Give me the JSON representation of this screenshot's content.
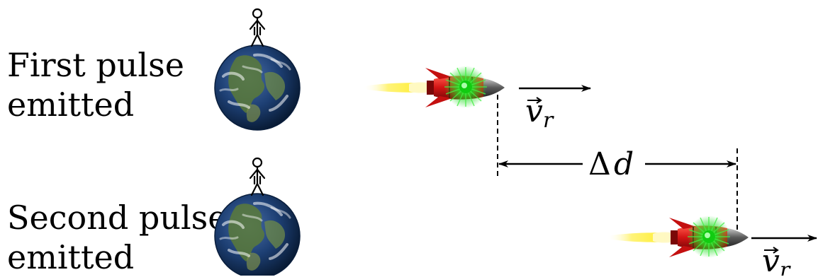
{
  "labels": {
    "first_line1": "First pulse",
    "first_line2": "emitted",
    "second_line1": "Second pulse",
    "second_line2": "emitted"
  },
  "math": {
    "velocity_symbol": "v",
    "velocity_subscript": "r",
    "delta_symbol": "Δ",
    "distance_symbol": "d"
  },
  "colors": {
    "ink": "#000000",
    "flame": "#ffee33",
    "rocket_body": "#d21414",
    "pulse_glow": "#22dd22",
    "ocean": "#1d3f73",
    "land": "#5b7a3a"
  },
  "icons": [
    "stick-figure-icon",
    "earth-icon",
    "rocket-icon",
    "arrow-icon"
  ]
}
